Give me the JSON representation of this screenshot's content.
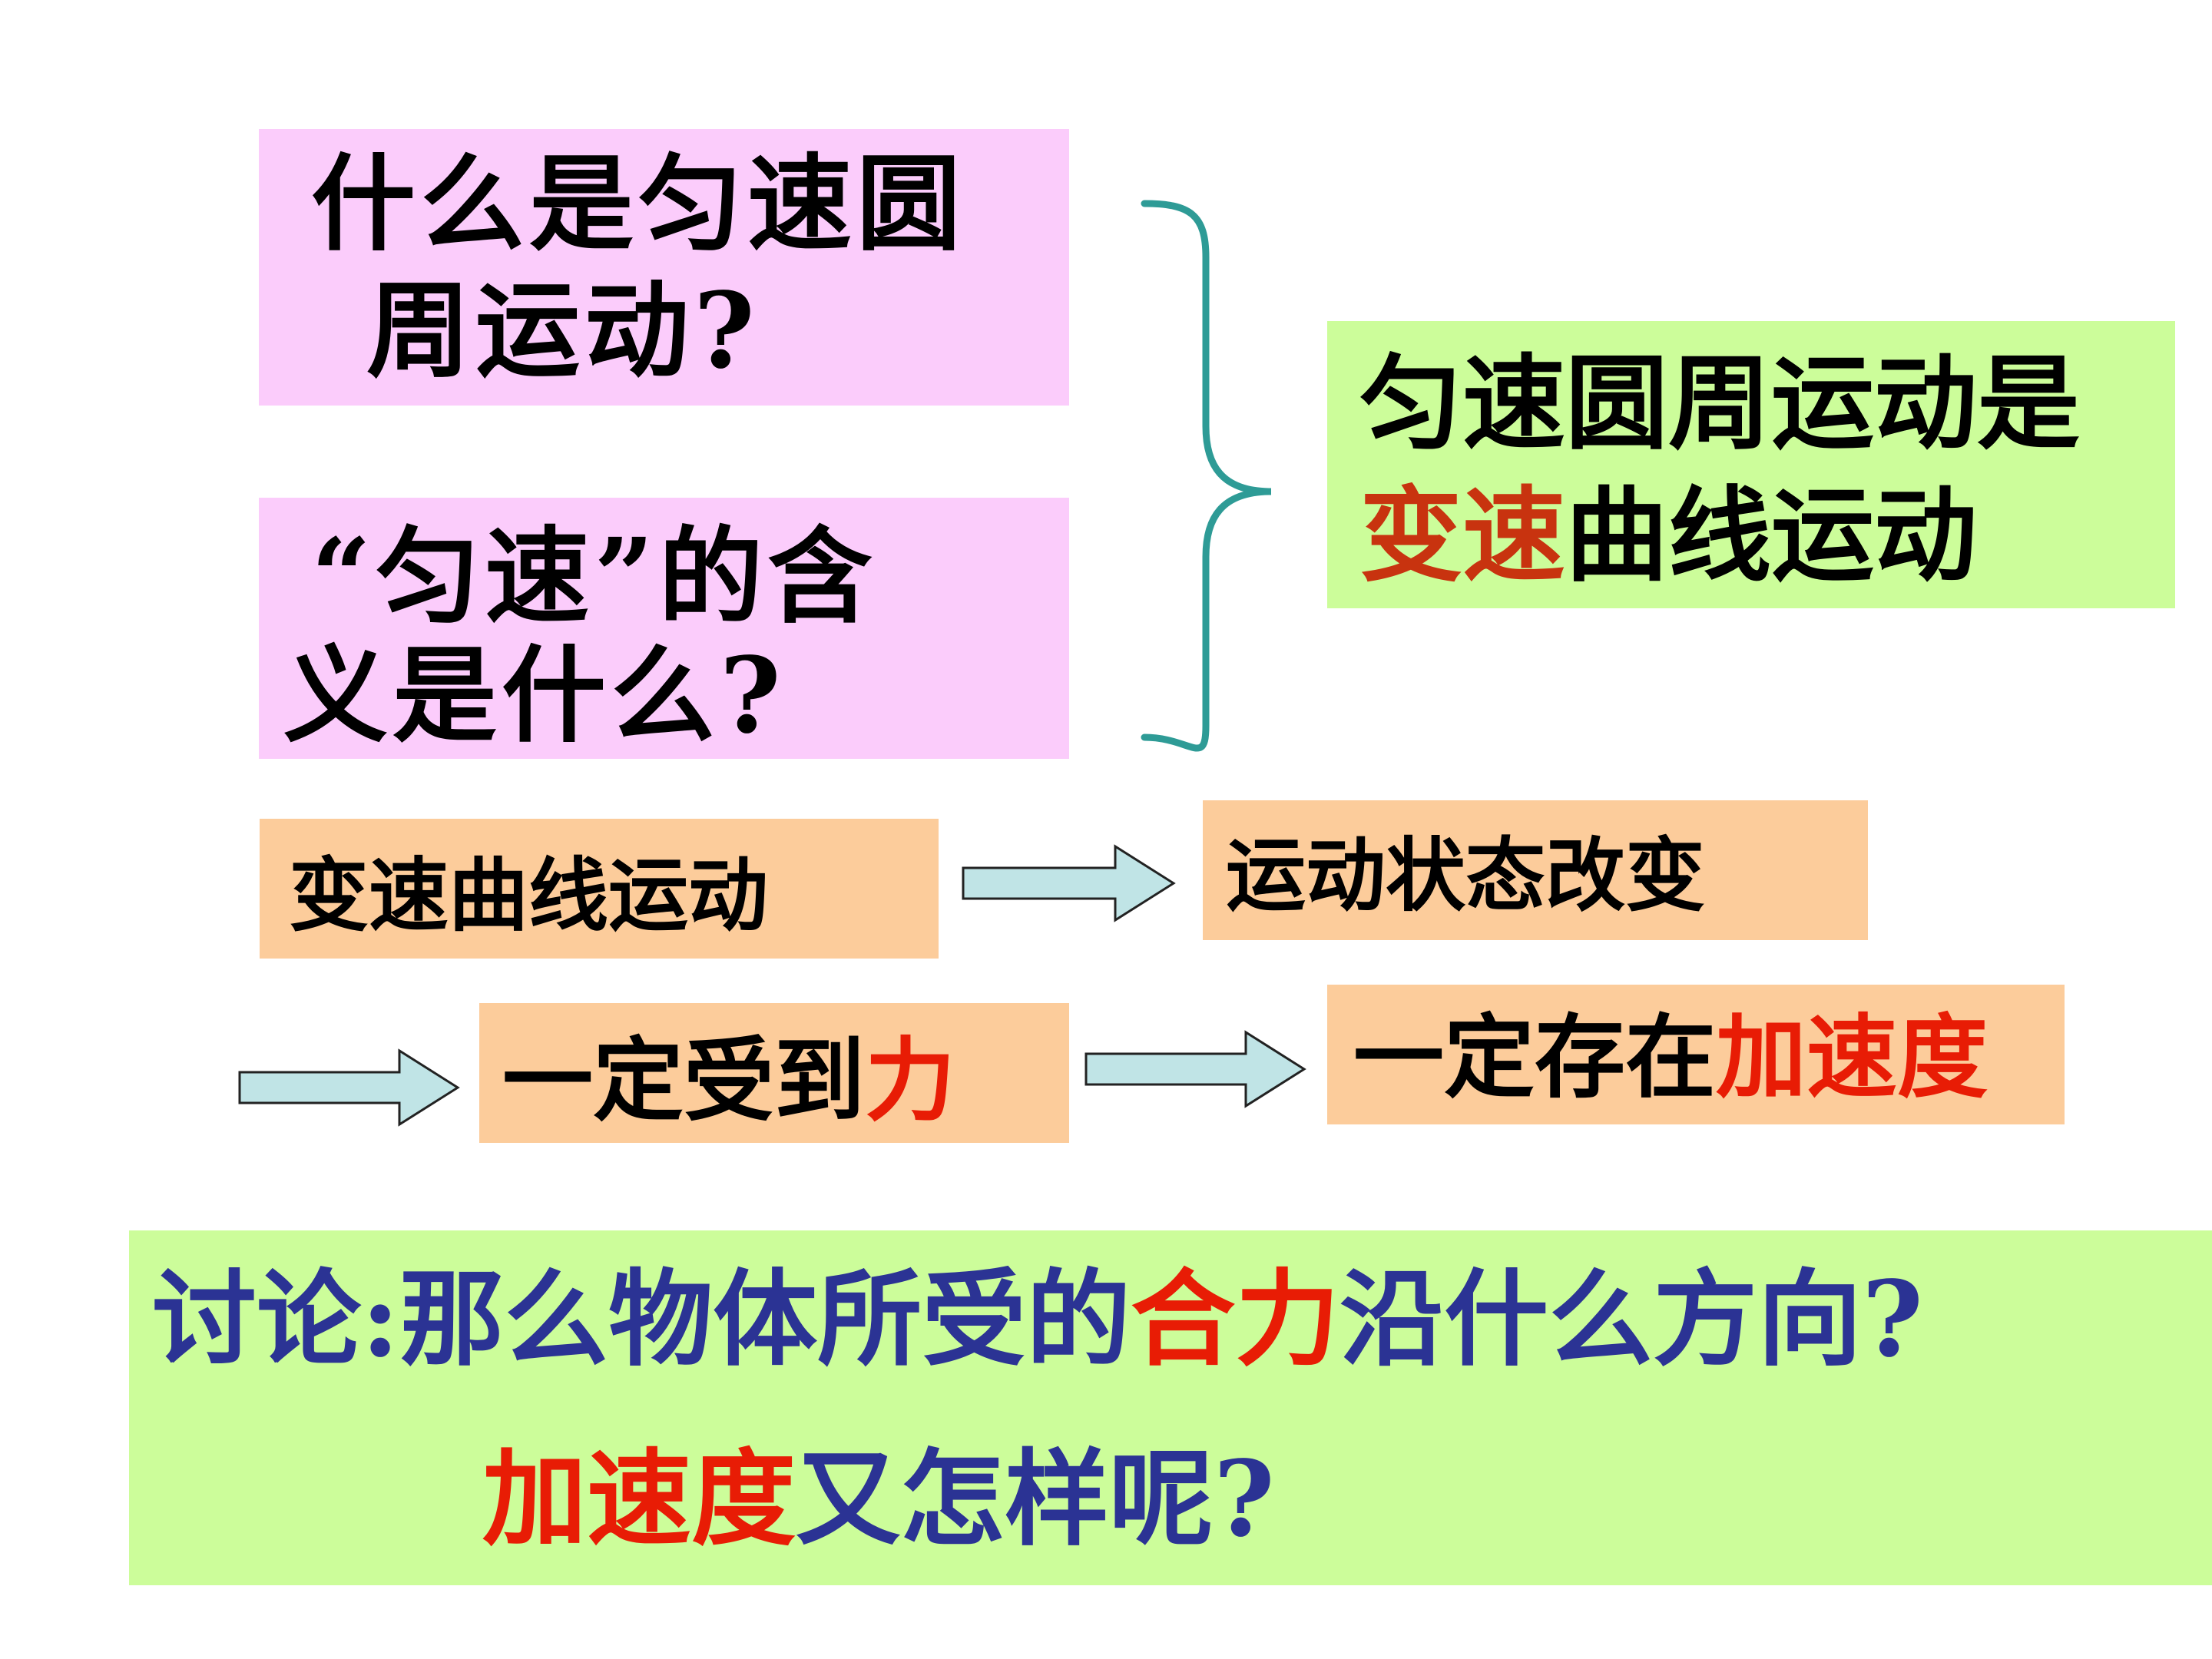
{
  "question1": {
    "line1": "什么是匀速圆",
    "line2": "周运动?"
  },
  "question2": {
    "line1": "“匀速”的含",
    "line2": "义是什么?"
  },
  "answer": {
    "line1": "匀速圆周运动是",
    "line2_highlight": "变速",
    "line2_rest": "曲线运动"
  },
  "flow": {
    "step1": "变速曲线运动",
    "step2": "运动状态改变",
    "step3_prefix": "一定受到",
    "step3_highlight": "力",
    "step4_prefix": "一定存在",
    "step4_highlight": "加速度"
  },
  "discussion": {
    "line1_part1": "讨论:那么物体所受的",
    "line1_highlight": "合力",
    "line1_part2": "沿什么方向?",
    "line2_highlight": "加速度",
    "line2_rest": "又怎样呢?"
  },
  "colors": {
    "pink": "#fbccfb",
    "green": "#ccfd9a",
    "orange": "#fccc9b",
    "red": "#e81c05",
    "blue": "#2b3394",
    "brace": "#2e9b96",
    "arrow_fill": "#c0e4e6"
  }
}
